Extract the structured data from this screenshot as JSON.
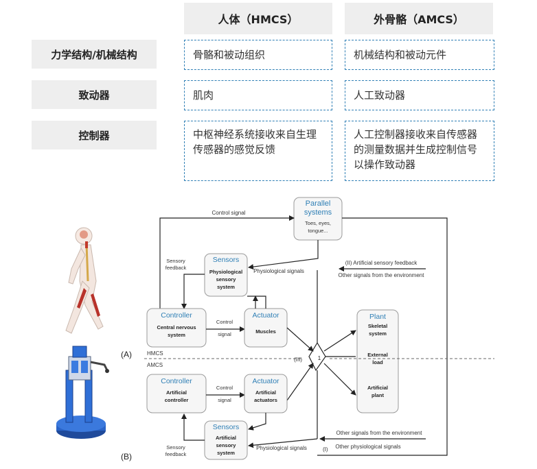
{
  "table": {
    "col_headers": [
      "人体（HMCS）",
      "外骨骼（AMCS）"
    ],
    "rows": [
      {
        "label": "力学结构/机械结构",
        "hmcs": "骨骼和被动组织",
        "amcs": "机械结构和被动元件"
      },
      {
        "label": "致动器",
        "hmcs": "肌肉",
        "amcs": "人工致动器"
      },
      {
        "label": "控制器",
        "hmcs": "中枢神经系统接收来自生理传感器的感觉反馈",
        "amcs": "人工控制器接收来自传感器的测量数据并生成控制信号以操作致动器"
      }
    ]
  },
  "diagram": {
    "parallel": {
      "title1": "Parallel",
      "title2": "systems",
      "sub1": "Toes, eyes,",
      "sub2": "tongue..."
    },
    "control_signal_top": "Control signal",
    "sensors_top": {
      "title": "Sensors",
      "l1": "Physiological",
      "l2": "sensory",
      "l3": "system"
    },
    "sensory_feedback_top": [
      "Sensory",
      "feedback"
    ],
    "physio_signals_top": "Physiological signals",
    "artificial_feedback": "(II) Artificial sensory feedback",
    "other_env_top": "Other signals from the environment",
    "controller_top": {
      "title": "Controller",
      "l1": "Central nervous",
      "l2": "system"
    },
    "control_signal_mid": [
      "Control",
      "signal"
    ],
    "actuator_top": {
      "title": "Actuator",
      "l1": "Muscles"
    },
    "plant": {
      "title": "Plant",
      "a1": "Skeletal",
      "a2": "system",
      "b1": "External",
      "b2": "load",
      "c1": "Artificial",
      "c2": "plant"
    },
    "label_A": "(A)",
    "label_B": "(B)",
    "hmcs": "HMCS",
    "amcs": "AMCS",
    "iii": "(III)",
    "one": "1",
    "controller_bot": {
      "title": "Controller",
      "l1": "Artificial",
      "l2": "controller"
    },
    "control_signal_bot": [
      "Control",
      "signal"
    ],
    "actuator_bot": {
      "title": "Actuator",
      "l1": "Artificial",
      "l2": "actuators"
    },
    "sensors_bot": {
      "title": "Sensors",
      "l1": "Artificial",
      "l2": "sensory",
      "l3": "system"
    },
    "sensory_feedback_bot": [
      "Sensory",
      "feedback"
    ],
    "physio_signals_bot": "Physiological signals",
    "i_label": "(I)",
    "other_env_bot": "Other signals from the environment",
    "other_physio": "Other physiological signals",
    "colors": {
      "title": "#2f7fb5",
      "cell_border": "#2f7fb5",
      "box_border": "#9a9a9a"
    }
  }
}
